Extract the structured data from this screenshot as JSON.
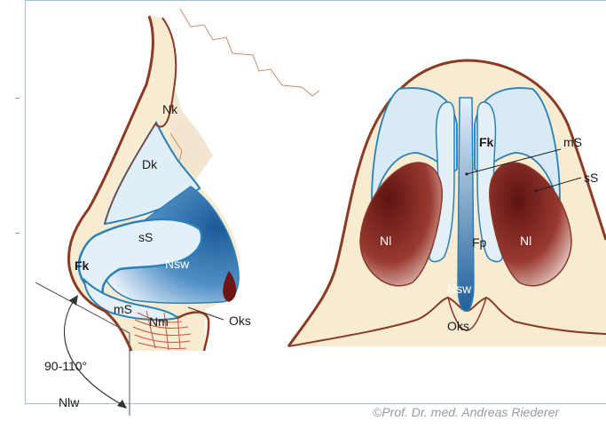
{
  "labels": {
    "nk": "Nk",
    "dk": "Dk",
    "ss_side": "sS",
    "fk_side": "Fk",
    "nsw_side": "Nsw",
    "ms_side": "mS",
    "nm": "Nm",
    "oks_side": "Oks",
    "angle": "90-110°",
    "nlw": "Nlw",
    "fk_front": "Fk",
    "ms_front": "mS",
    "ss_front": "sS",
    "nl_left": "Nl",
    "nl_right": "Nl",
    "fp": "Fp",
    "nsw_front": "Nsw",
    "oks_front": "Oks"
  },
  "copyright": "©Prof. Dr. med. Andreas Riederer",
  "colors": {
    "skin": "#f7ebd2",
    "outline": "#8b3a24",
    "cartilage_fill": "#d8eaf5",
    "cartilage_line": "#2a80b9",
    "vestibule_dark": "#1f5f99",
    "nostril_dark": "#6b1716",
    "frame": "#9fc4d9"
  }
}
